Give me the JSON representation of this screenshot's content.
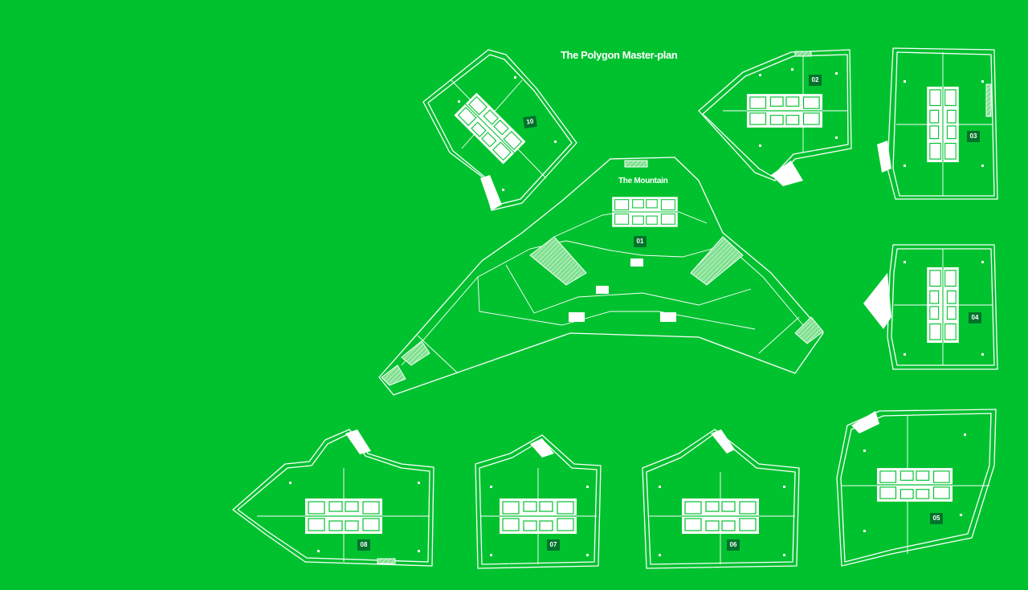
{
  "title": "The Polygon Master-plan",
  "mountain_label": "The Mountain",
  "buildings": [
    {
      "id": "b01",
      "label": "01"
    },
    {
      "id": "b02",
      "label": "02"
    },
    {
      "id": "b03",
      "label": "03"
    },
    {
      "id": "b04",
      "label": "04"
    },
    {
      "id": "b05",
      "label": "05"
    },
    {
      "id": "b06",
      "label": "06"
    },
    {
      "id": "b07",
      "label": "07"
    },
    {
      "id": "b08",
      "label": "08"
    },
    {
      "id": "b10",
      "label": "10"
    }
  ],
  "colors": {
    "background": "#00c22f",
    "line": "#ffffff",
    "label_box": "#00732a"
  }
}
